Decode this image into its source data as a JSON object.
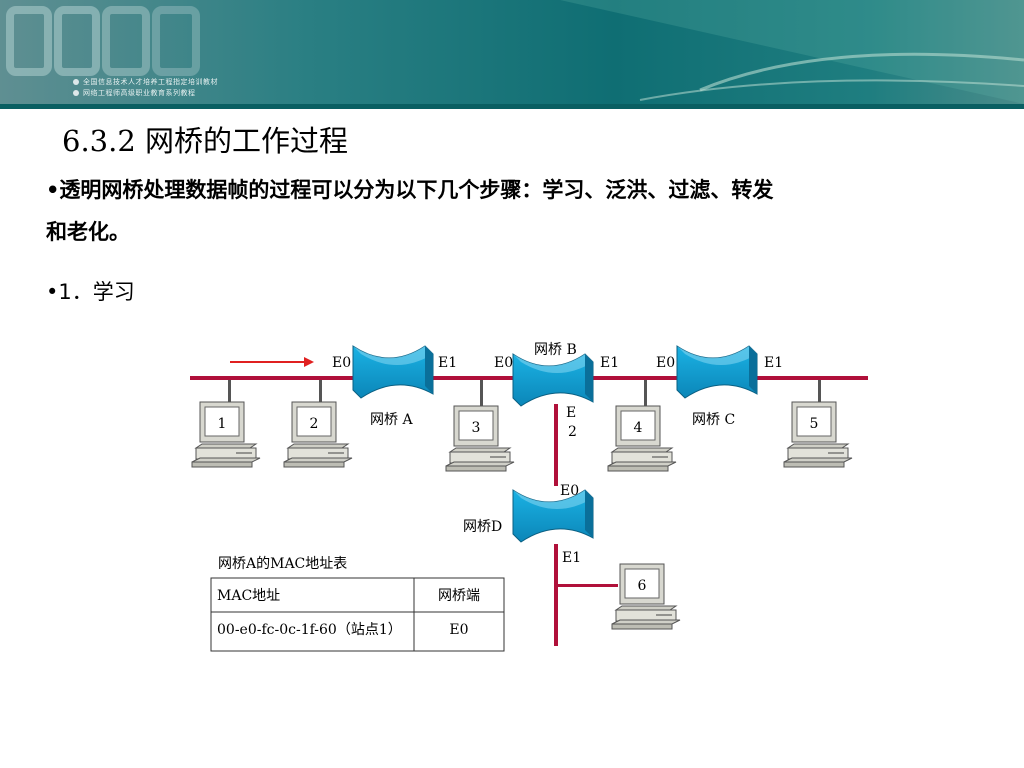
{
  "banner": {
    "line1": "全国信息技术人才培养工程指定培训教材",
    "line2": "网络工程师高级职业教育系列教程"
  },
  "title": "6.3.2  网桥的工作过程",
  "bullets": [
    "•透明网桥处理数据帧的过程可以分为以下几个步骤：学习、泛洪、过滤、转发",
    "和老化。",
    "•1．学习"
  ],
  "diagram": {
    "ports": {
      "bridge_a_left": "E0",
      "bridge_a_right": "E1",
      "bridge_b_left": "E0",
      "bridge_b_right": "E1",
      "bridge_b_down_1": "E",
      "bridge_b_down_2": "2",
      "bridge_c_left": "E0",
      "bridge_c_right": "E1",
      "bridge_d_top": "E0",
      "bridge_d_bottom": "E1"
    },
    "bridges": {
      "a": "网桥 A",
      "b": "网桥 B",
      "c": "网桥 C",
      "d": "网桥D"
    },
    "stations": [
      "1",
      "2",
      "3",
      "4",
      "5",
      "6"
    ],
    "colors": {
      "lan": "#b0103a",
      "bridge": "#1aa4d6",
      "arrow": "#e02020"
    }
  },
  "mac_table": {
    "caption": "网桥A的MAC地址表",
    "headers": [
      "MAC地址",
      "网桥端"
    ],
    "rows": [
      [
        "00-e0-fc-0c-1f-60（站点1）",
        "E0"
      ]
    ]
  }
}
